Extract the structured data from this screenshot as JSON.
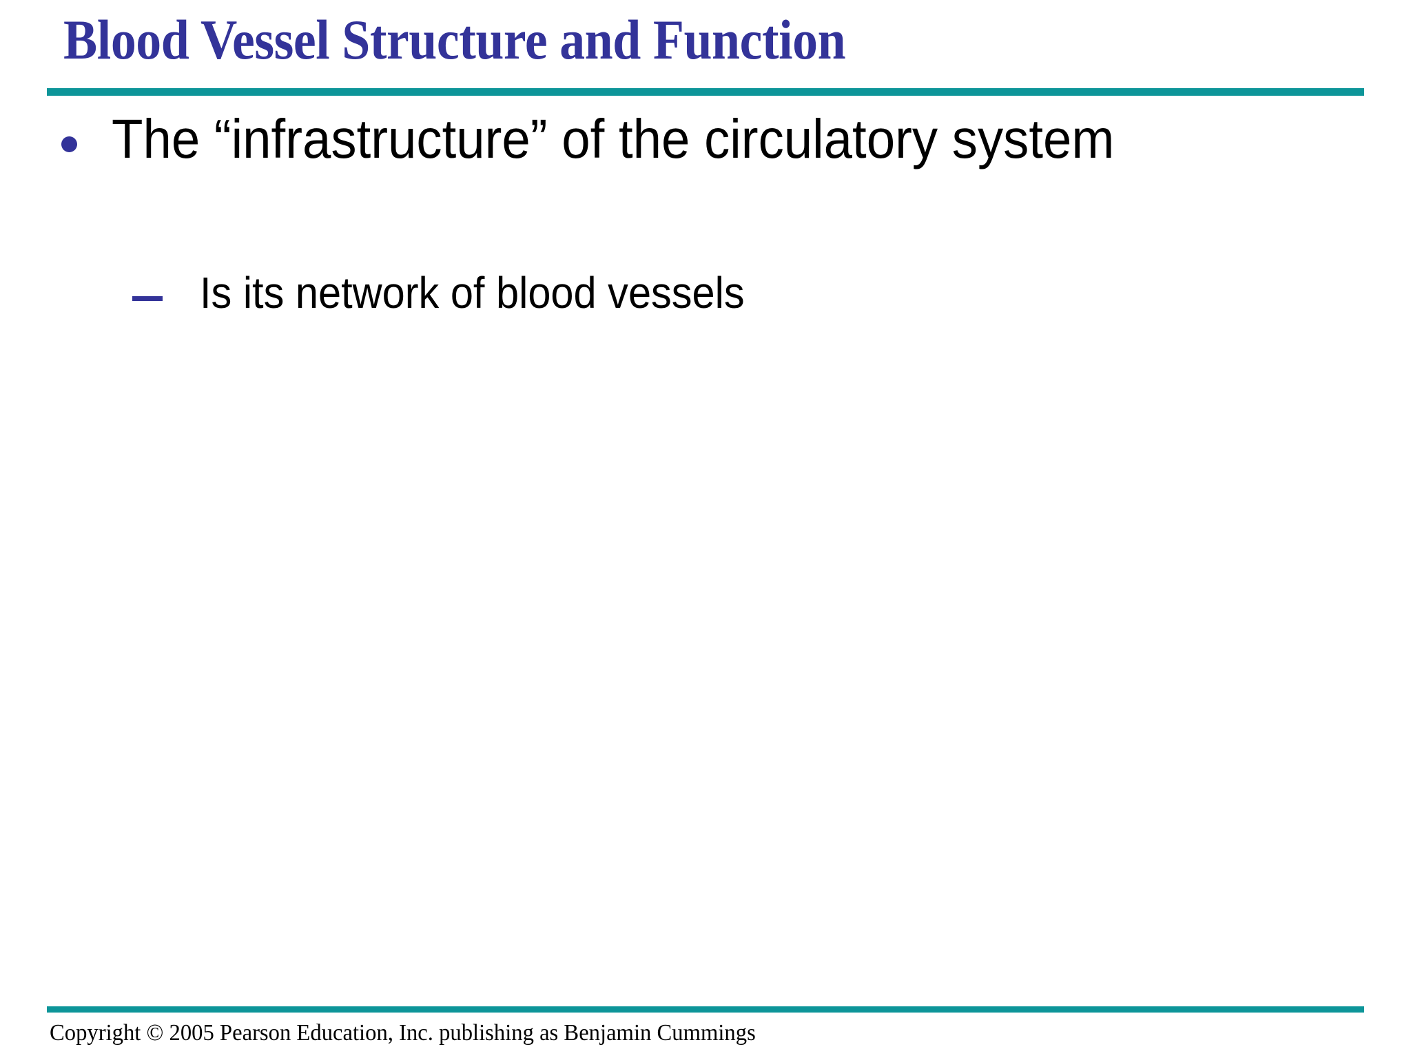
{
  "slide": {
    "title": "Blood Vessel Structure and Function",
    "title_color": "#333399",
    "rule_color": "#0d9599",
    "background_color": "#ffffff",
    "body": {
      "bullets": [
        {
          "level": 1,
          "marker": "disc",
          "marker_color": "#333399",
          "text": "The “infrastructure” of the circulatory system"
        },
        {
          "level": 2,
          "marker": "dash",
          "marker_color": "#333399",
          "text": "Is its network of blood vessels"
        }
      ]
    },
    "footer": {
      "text": "Copyright © 2005 Pearson Education, Inc. publishing as Benjamin Cummings"
    }
  }
}
